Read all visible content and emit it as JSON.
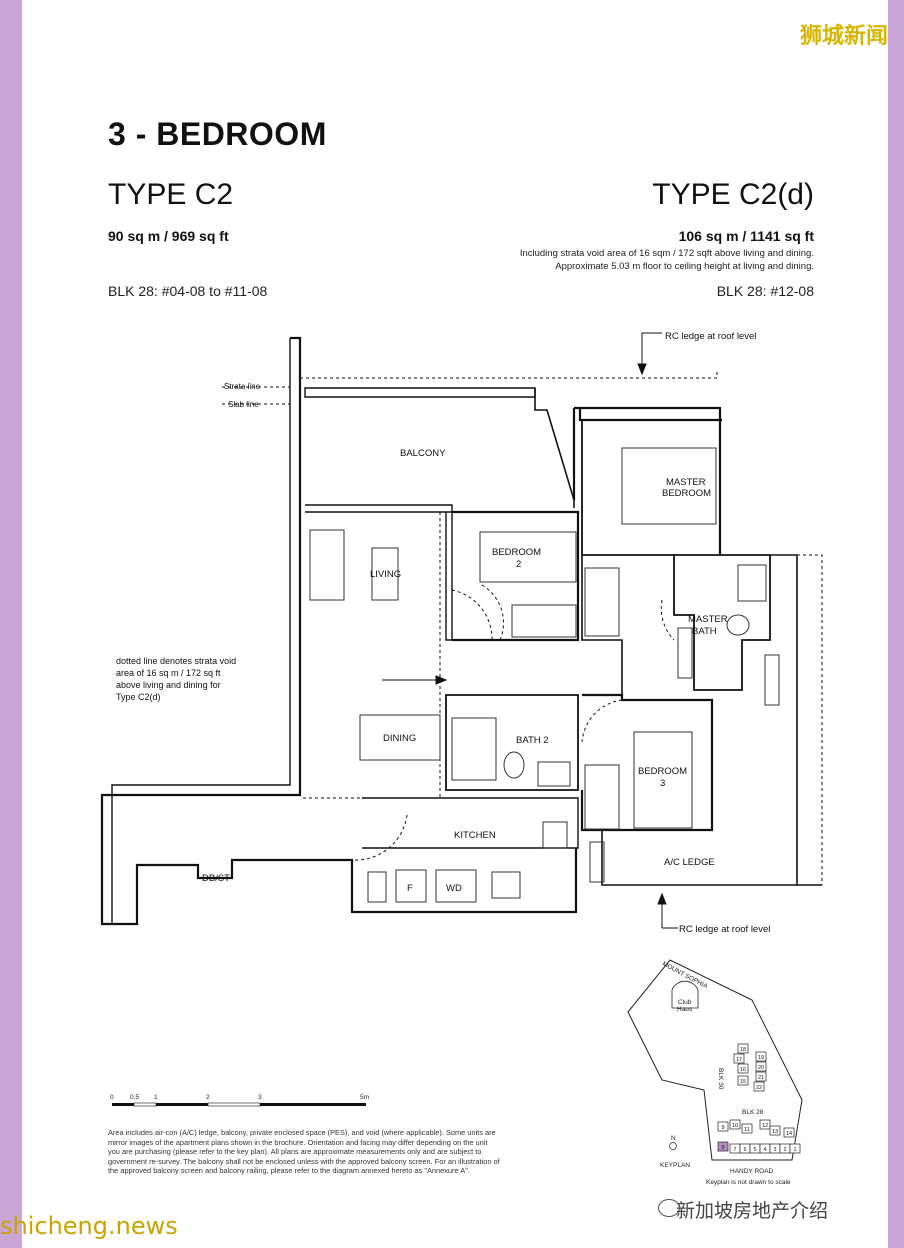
{
  "heading": "3 - BEDROOM",
  "left": {
    "type": "TYPE C2",
    "area": "90 sq m / 969 sq ft",
    "blk": "BLK 28: #04-08 to #11-08"
  },
  "right": {
    "type": "TYPE C2(d)",
    "area": "106 sq m / 1141 sq ft",
    "note_line1": "Including strata void area of 16 sqm / 172 sqft above living and dining.",
    "note_line2": "Approximate 5.03 m floor to ceiling height at living and dining.",
    "blk": "BLK 28: #12-08"
  },
  "plan_labels": {
    "rc_ledge_top": "RC ledge at roof level",
    "rc_ledge_bottom": "RC ledge at roof level",
    "strata_line": "Strata line",
    "slab_line": "Slab line",
    "balcony": "BALCONY",
    "master_bedroom_1": "MASTER",
    "master_bedroom_2": "BEDROOM",
    "bedroom2_1": "BEDROOM",
    "bedroom2_2": "2",
    "living": "LIVING",
    "master_bath_1": "MASTER",
    "master_bath_2": "BATH",
    "void_note_1": "dotted line denotes strata void",
    "void_note_2": "area of 16 sq m / 172 sq ft",
    "void_note_3": "above living and dining for",
    "void_note_4": "Type C2(d)",
    "dining": "DINING",
    "bath2": "BATH 2",
    "bedroom3_1": "BEDROOM",
    "bedroom3_2": "3",
    "kitchen": "KITCHEN",
    "ac_ledge": "A/C LEDGE",
    "dbst": "DB/ST",
    "fridge": "F",
    "washer": "WD"
  },
  "scale": {
    "labels": [
      "0",
      "0.5",
      "1",
      "2",
      "3",
      "5m"
    ]
  },
  "keyplan": {
    "road_top": "MOUNT SOPHIA",
    "clubhouse_1": "Club",
    "clubhouse_2": "Haus",
    "blk30": "BLK 30",
    "blk28": "BLK 28",
    "road_bottom": "HANDY ROAD",
    "title": "KEYPLAN",
    "note": "Keyplan is not drawn to scale",
    "north": "N",
    "units": [
      "18",
      "17",
      "19",
      "16",
      "20",
      "21",
      "15",
      "22",
      "9",
      "10",
      "11",
      "12",
      "13",
      "14",
      "8",
      "7",
      "6",
      "5",
      "4",
      "3",
      "2",
      "1"
    ]
  },
  "disclaimer": "Area includes air-con (A/C) ledge, balcony, private enclosed space (PES), and void (where applicable). Some units are mirror images of the apartment plans shown in the brochure. Orientation and facing may differ depending on the unit you are purchasing (please refer to the key plan). All plans are approximate measurements only and are subject to government re-survey. The balcony shall not be enclosed unless with the approved balcony screen. For an illustration of the approved balcony screen and balcony railing, please refer to the diagram annexed hereto as \"Annexure A\".",
  "watermarks": {
    "top": "狮城新闻",
    "bottom_left": "shicheng.news",
    "bottom_right": "新加坡房地产介绍"
  },
  "colors": {
    "frame": "#c9a6d6",
    "highlight_unit": "#b58cc6",
    "watermark_gold": "#d9b500"
  }
}
